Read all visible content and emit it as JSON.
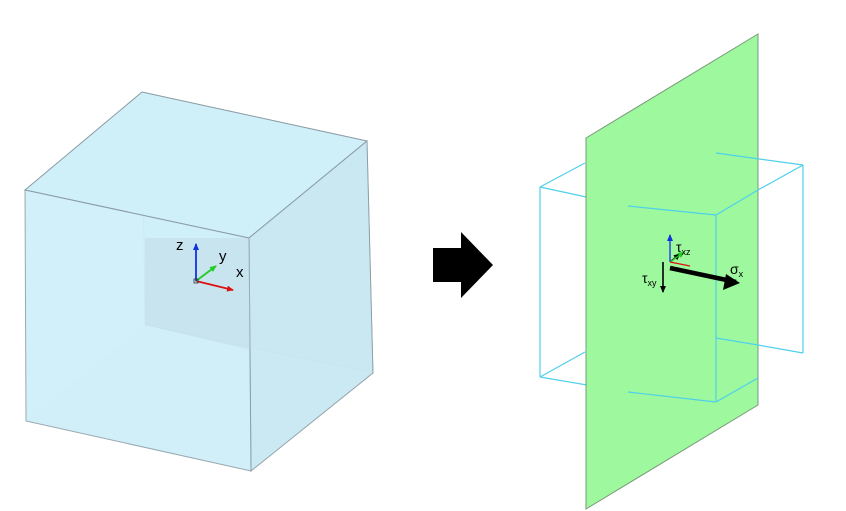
{
  "left_view": {
    "axes": {
      "x": "x",
      "y": "y",
      "z": "z"
    }
  },
  "right_view": {
    "stresses": {
      "sigma_x": {
        "symbol": "σ",
        "subscript": "x"
      },
      "tau_xy": {
        "symbol": "τ",
        "subscript": "xy"
      },
      "tau_xz": {
        "symbol": "τ",
        "subscript": "xz"
      }
    }
  },
  "colors": {
    "cube_fill": "#cfeff9",
    "cube_edge": "#8a9ba3",
    "plane_fill": "#9ef89e",
    "plane_edge": "#7a9a7a",
    "wireframe": "#4fd0ea",
    "x_axis": "#dd1111",
    "y_axis": "#22cc22",
    "z_axis": "#1133dd",
    "arrow": "#000000"
  }
}
